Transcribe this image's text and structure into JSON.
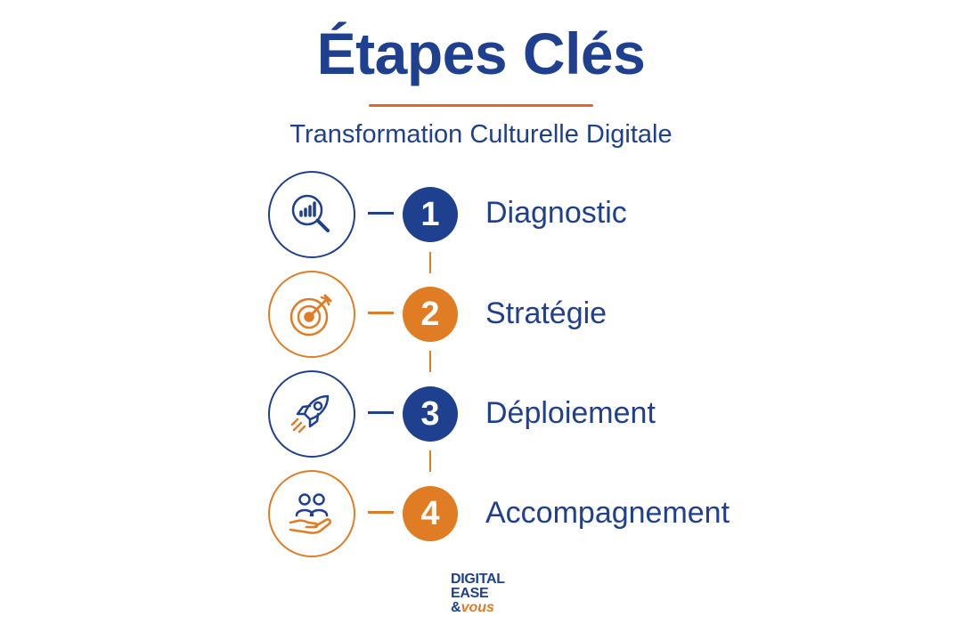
{
  "header": {
    "title": "Étapes Clés",
    "subtitle": "Transformation Culturelle Digitale"
  },
  "colors": {
    "navy": "#1f3f8f",
    "orange": "#e07c24",
    "title_rule": "#e2642b"
  },
  "steps": [
    {
      "number": "1",
      "label": "Diagnostic",
      "icon": "magnifier-chart-icon",
      "color": "#1f3f8f"
    },
    {
      "number": "2",
      "label": "Stratégie",
      "icon": "target-icon",
      "color": "#e07c24"
    },
    {
      "number": "3",
      "label": "Déploiement",
      "icon": "rocket-icon",
      "color": "#1f3f8f"
    },
    {
      "number": "4",
      "label": "Accompagnement",
      "icon": "people-hand-icon",
      "color": "#e07c24"
    }
  ],
  "logo": {
    "line1": "DIGITAL",
    "line2": "EASE",
    "line3_amp": "&",
    "line3_word": "vous"
  }
}
